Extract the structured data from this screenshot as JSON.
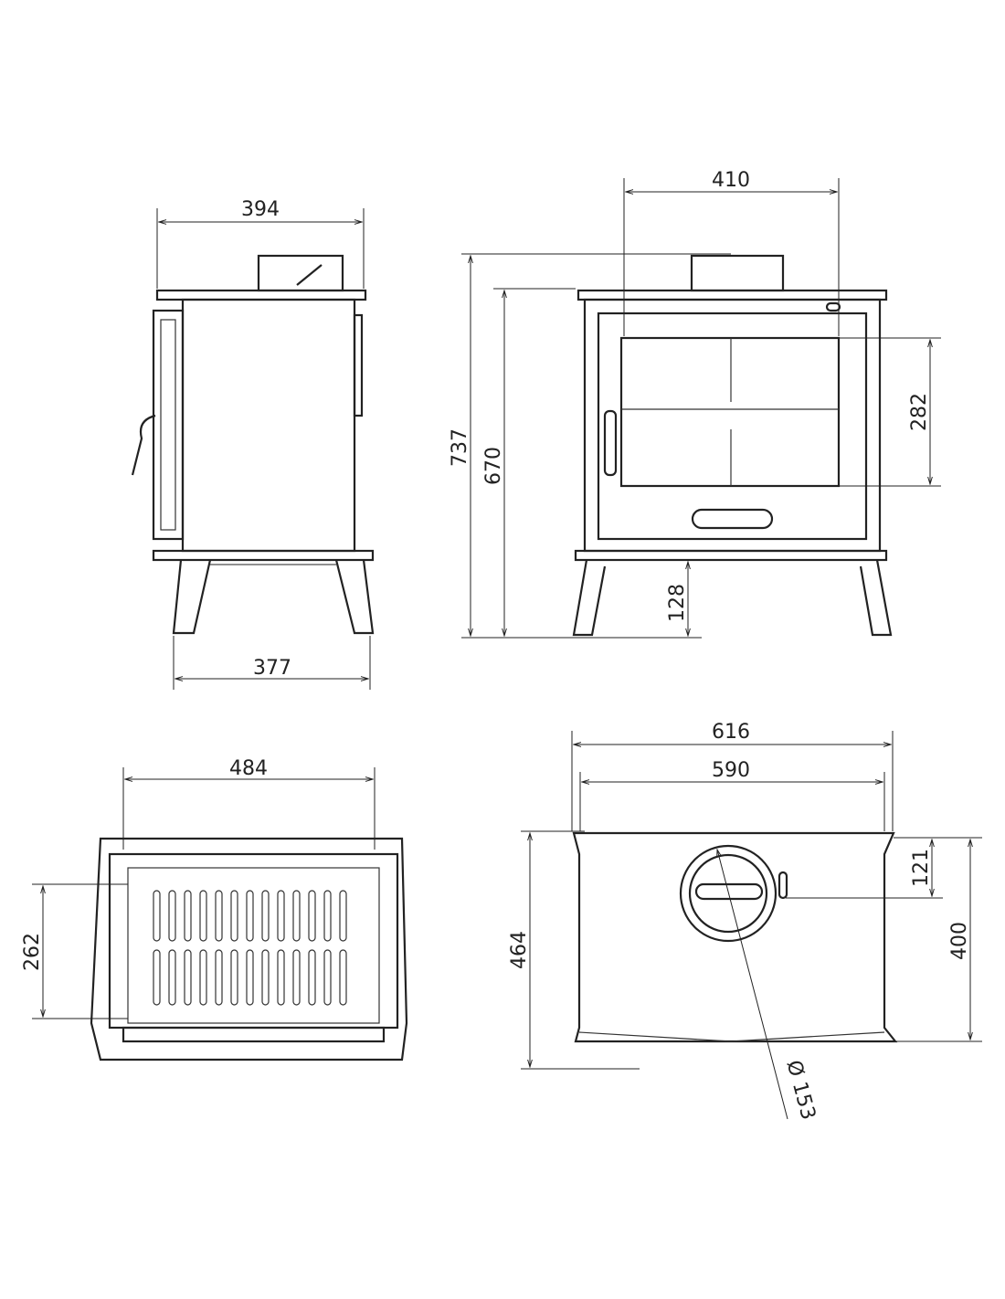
{
  "side_view": {
    "width_top": "394",
    "width_base": "377"
  },
  "front_view": {
    "width_door": "410",
    "height_total": "737",
    "height_body": "670",
    "height_glass": "282",
    "height_legs": "128"
  },
  "top_section_view": {
    "width_inner": "484",
    "depth_firebox": "262"
  },
  "top_view": {
    "width_total": "616",
    "width_body": "590",
    "depth_total": "464",
    "flue_offset": "121",
    "depth_body": "400",
    "flue_diameter": "Ø 153"
  }
}
